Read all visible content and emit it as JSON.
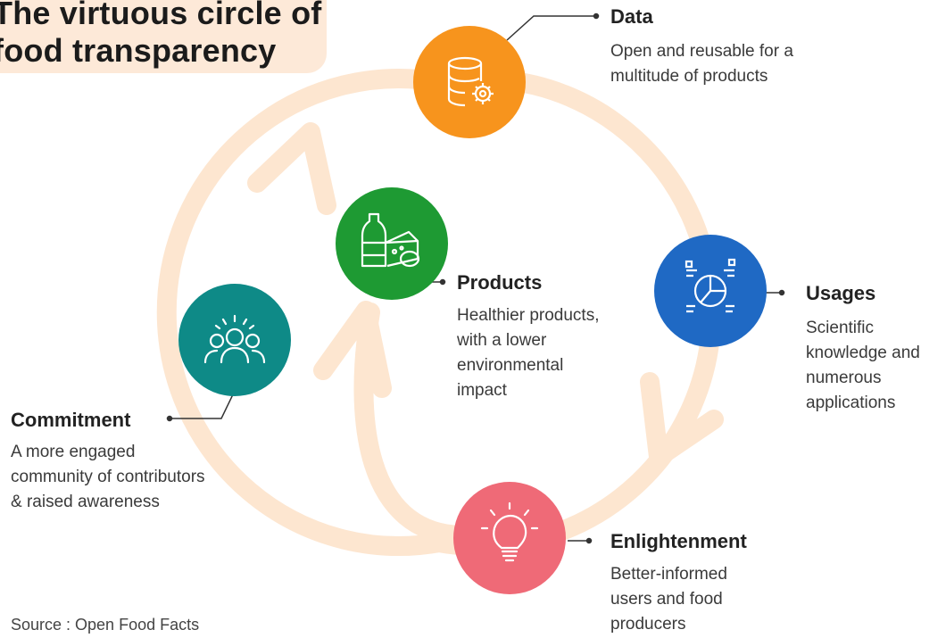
{
  "title": {
    "lines": [
      "The virtuous circle of",
      "food transparency"
    ]
  },
  "colors": {
    "data": "#f7941d",
    "usages": "#1f69c4",
    "enlightenment": "#ef6a77",
    "commitment": "#0e8a87",
    "products": "#1e9a33",
    "cycle_arrow": "#fde6d0"
  },
  "nodes": [
    {
      "id": "data",
      "label": "Data",
      "icon": "database-gear-icon",
      "description": [
        "Open and reusable for a",
        "multitude of products"
      ]
    },
    {
      "id": "usages",
      "label": "Usages",
      "icon": "data-analysis-icon",
      "description": [
        "Scientific",
        "knowledge and",
        "numerous",
        "applications"
      ]
    },
    {
      "id": "enlightenment",
      "label": "Enlightenment",
      "icon": "lightbulb-icon",
      "description": [
        "Better-informed",
        "users and food",
        "producers"
      ]
    },
    {
      "id": "commitment",
      "label": "Commitment",
      "icon": "community-icon",
      "description": [
        "A more engaged",
        "community of contributors",
        "& raised awareness"
      ]
    },
    {
      "id": "products",
      "label": "Products",
      "icon": "food-products-icon",
      "description": [
        "Healthier products,",
        "with a lower",
        "environmental",
        "impact"
      ]
    }
  ],
  "source": "Source : Open Food Facts"
}
